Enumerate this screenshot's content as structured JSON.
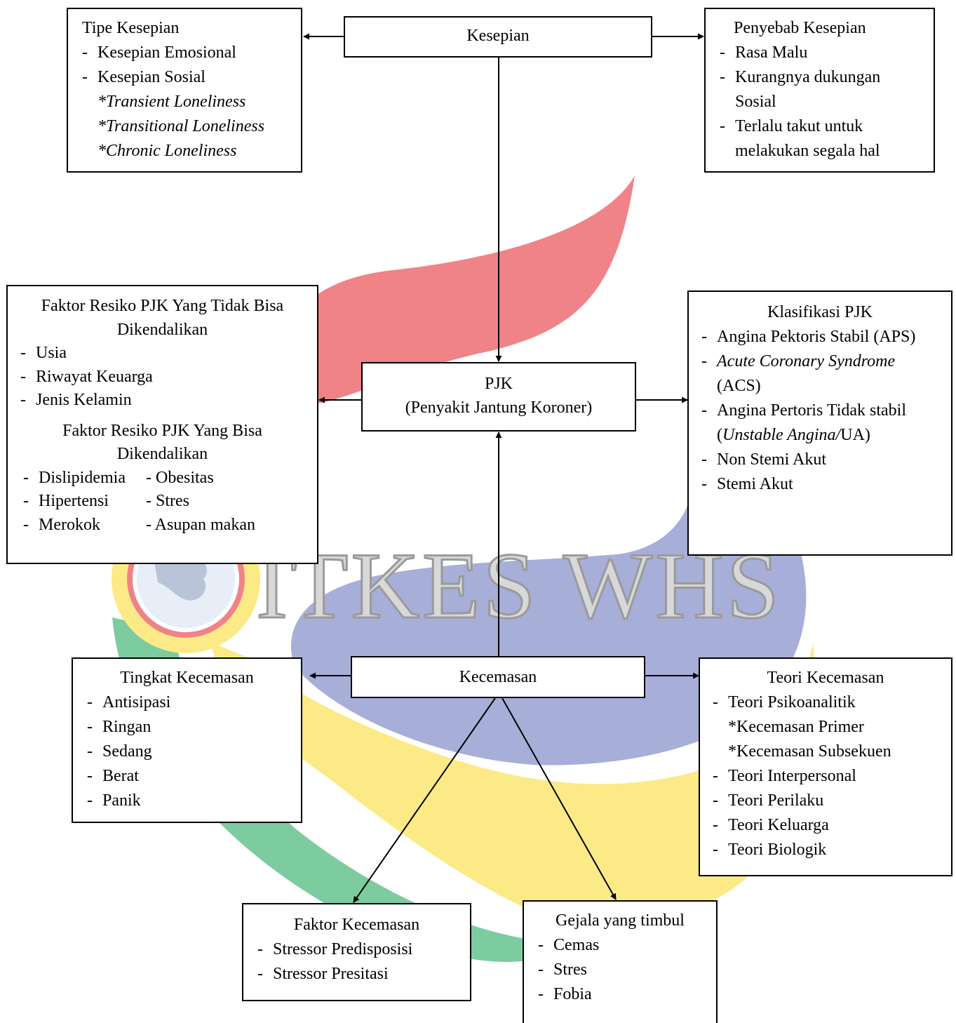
{
  "watermark": {
    "text": "ITKES WHS",
    "colors": {
      "red": "#ef8387",
      "blue": "#a7aed8",
      "yellow": "#fbea86",
      "green": "#7ccca0"
    }
  },
  "kesepian": {
    "label": "Kesepian"
  },
  "tipe_kesepian": {
    "title": "Tipe Kesepian",
    "items": [
      "Kesepian Emosional",
      "Kesepian Sosial"
    ],
    "sub": [
      "*Transient Loneliness",
      "*Transitional Loneliness",
      "*Chronic Loneliness"
    ]
  },
  "penyebab_kesepian": {
    "title": "Penyebab Kesepian",
    "items": [
      "Rasa Malu",
      "Kurangnya dukungan",
      "Sosial",
      "Terlalu takut untuk",
      "melakukan segala hal"
    ]
  },
  "faktor_resiko": {
    "title_a_line1": "Faktor Resiko PJK Yang Tidak Bisa",
    "title_a_line2": "Dikendalikan",
    "items_a": [
      "Usia",
      "Riwayat Keuarga",
      "Jenis Kelamin"
    ],
    "title_b_line1": "Faktor Resiko PJK Yang Bisa",
    "title_b_line2": "Dikendalikan",
    "items_b_left": [
      "Dislipidemia",
      "Hipertensi",
      "Merokok"
    ],
    "items_b_right": [
      "Obesitas",
      "Stres",
      "Asupan makan"
    ]
  },
  "pjk": {
    "line1": "PJK",
    "line2": "(Penyakit Jantung Koroner)"
  },
  "klasifikasi_pjk": {
    "title": "Klasifikasi PJK",
    "item1": "Angina Pektoris Stabil (APS)",
    "item2_italic": "Acute Coronary Syndrome",
    "item2_cont": "(ACS)",
    "item3": "Angina Pertoris Tidak stabil",
    "item3_cont_open": "(",
    "item3_cont_italic": "Unstable Angina/",
    "item3_cont_close": "UA)",
    "item4": "Non Stemi Akut",
    "item5": "Stemi Akut"
  },
  "kecemasan": {
    "label": "Kecemasan"
  },
  "tingkat_kecemasan": {
    "title": "Tingkat Kecemasan",
    "items": [
      "Antisipasi",
      "Ringan",
      "Sedang",
      "Berat",
      "Panik"
    ]
  },
  "teori_kecemasan": {
    "title": "Teori Kecemasan",
    "item1": "Teori Psikoanalitik",
    "sub": [
      "*Kecemasan Primer",
      "*Kecemasan Subsekuen"
    ],
    "items": [
      "Teori Interpersonal",
      "Teori Perilaku",
      "Teori Keluarga",
      "Teori Biologik"
    ]
  },
  "faktor_kecemasan": {
    "title": "Faktor Kecemasan",
    "items": [
      "Stressor Predisposisi",
      "Stressor Presitasi"
    ]
  },
  "gejala": {
    "title": "Gejala yang timbul",
    "items": [
      "Cemas",
      "Stres",
      "Fobia"
    ]
  }
}
